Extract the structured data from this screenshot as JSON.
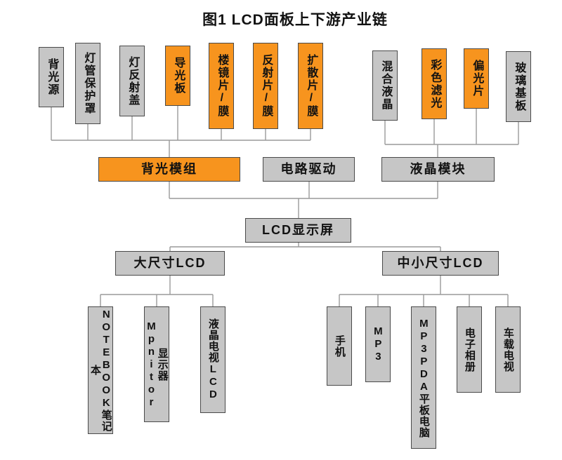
{
  "title": "图1 LCD面板上下游产业链",
  "colors": {
    "orange": "#F7941E",
    "gray": "#C6C6C6",
    "line": "#9A9A9A"
  },
  "nodes": {
    "backlight_source": "背光源",
    "lamp_protect_cover": "灯管保护罩",
    "lamp_reflect_cover": "灯反射盖",
    "light_guide_plate": "导光板",
    "prism_sheet": "楼镜片/膜",
    "reflect_sheet": "反射片/膜",
    "diffuser_sheet": "扩散片/膜",
    "mixed_liquid_crystal": "混合液晶",
    "color_filter": "彩色滤光",
    "polarizer": "偏光片",
    "glass_substrate": "玻璃基板",
    "backlight_module": "背光模组",
    "circuit_driver": "电路驱动",
    "lc_module": "液晶模块",
    "lcd_display": "LCD显示屏",
    "large_lcd": "大尺寸LCD",
    "small_lcd": "中小尺寸LCD",
    "notebook": "NOTEBOOK笔记本",
    "monitor": "显示器Mpnitor",
    "lcd_tv": "液晶电视LCD",
    "mobile_phone": "手机",
    "mp3": "MP3",
    "tablet": "MP3PDA平板电脑",
    "digital_photo_frame": "电子相册",
    "car_tv": "车载电视"
  }
}
